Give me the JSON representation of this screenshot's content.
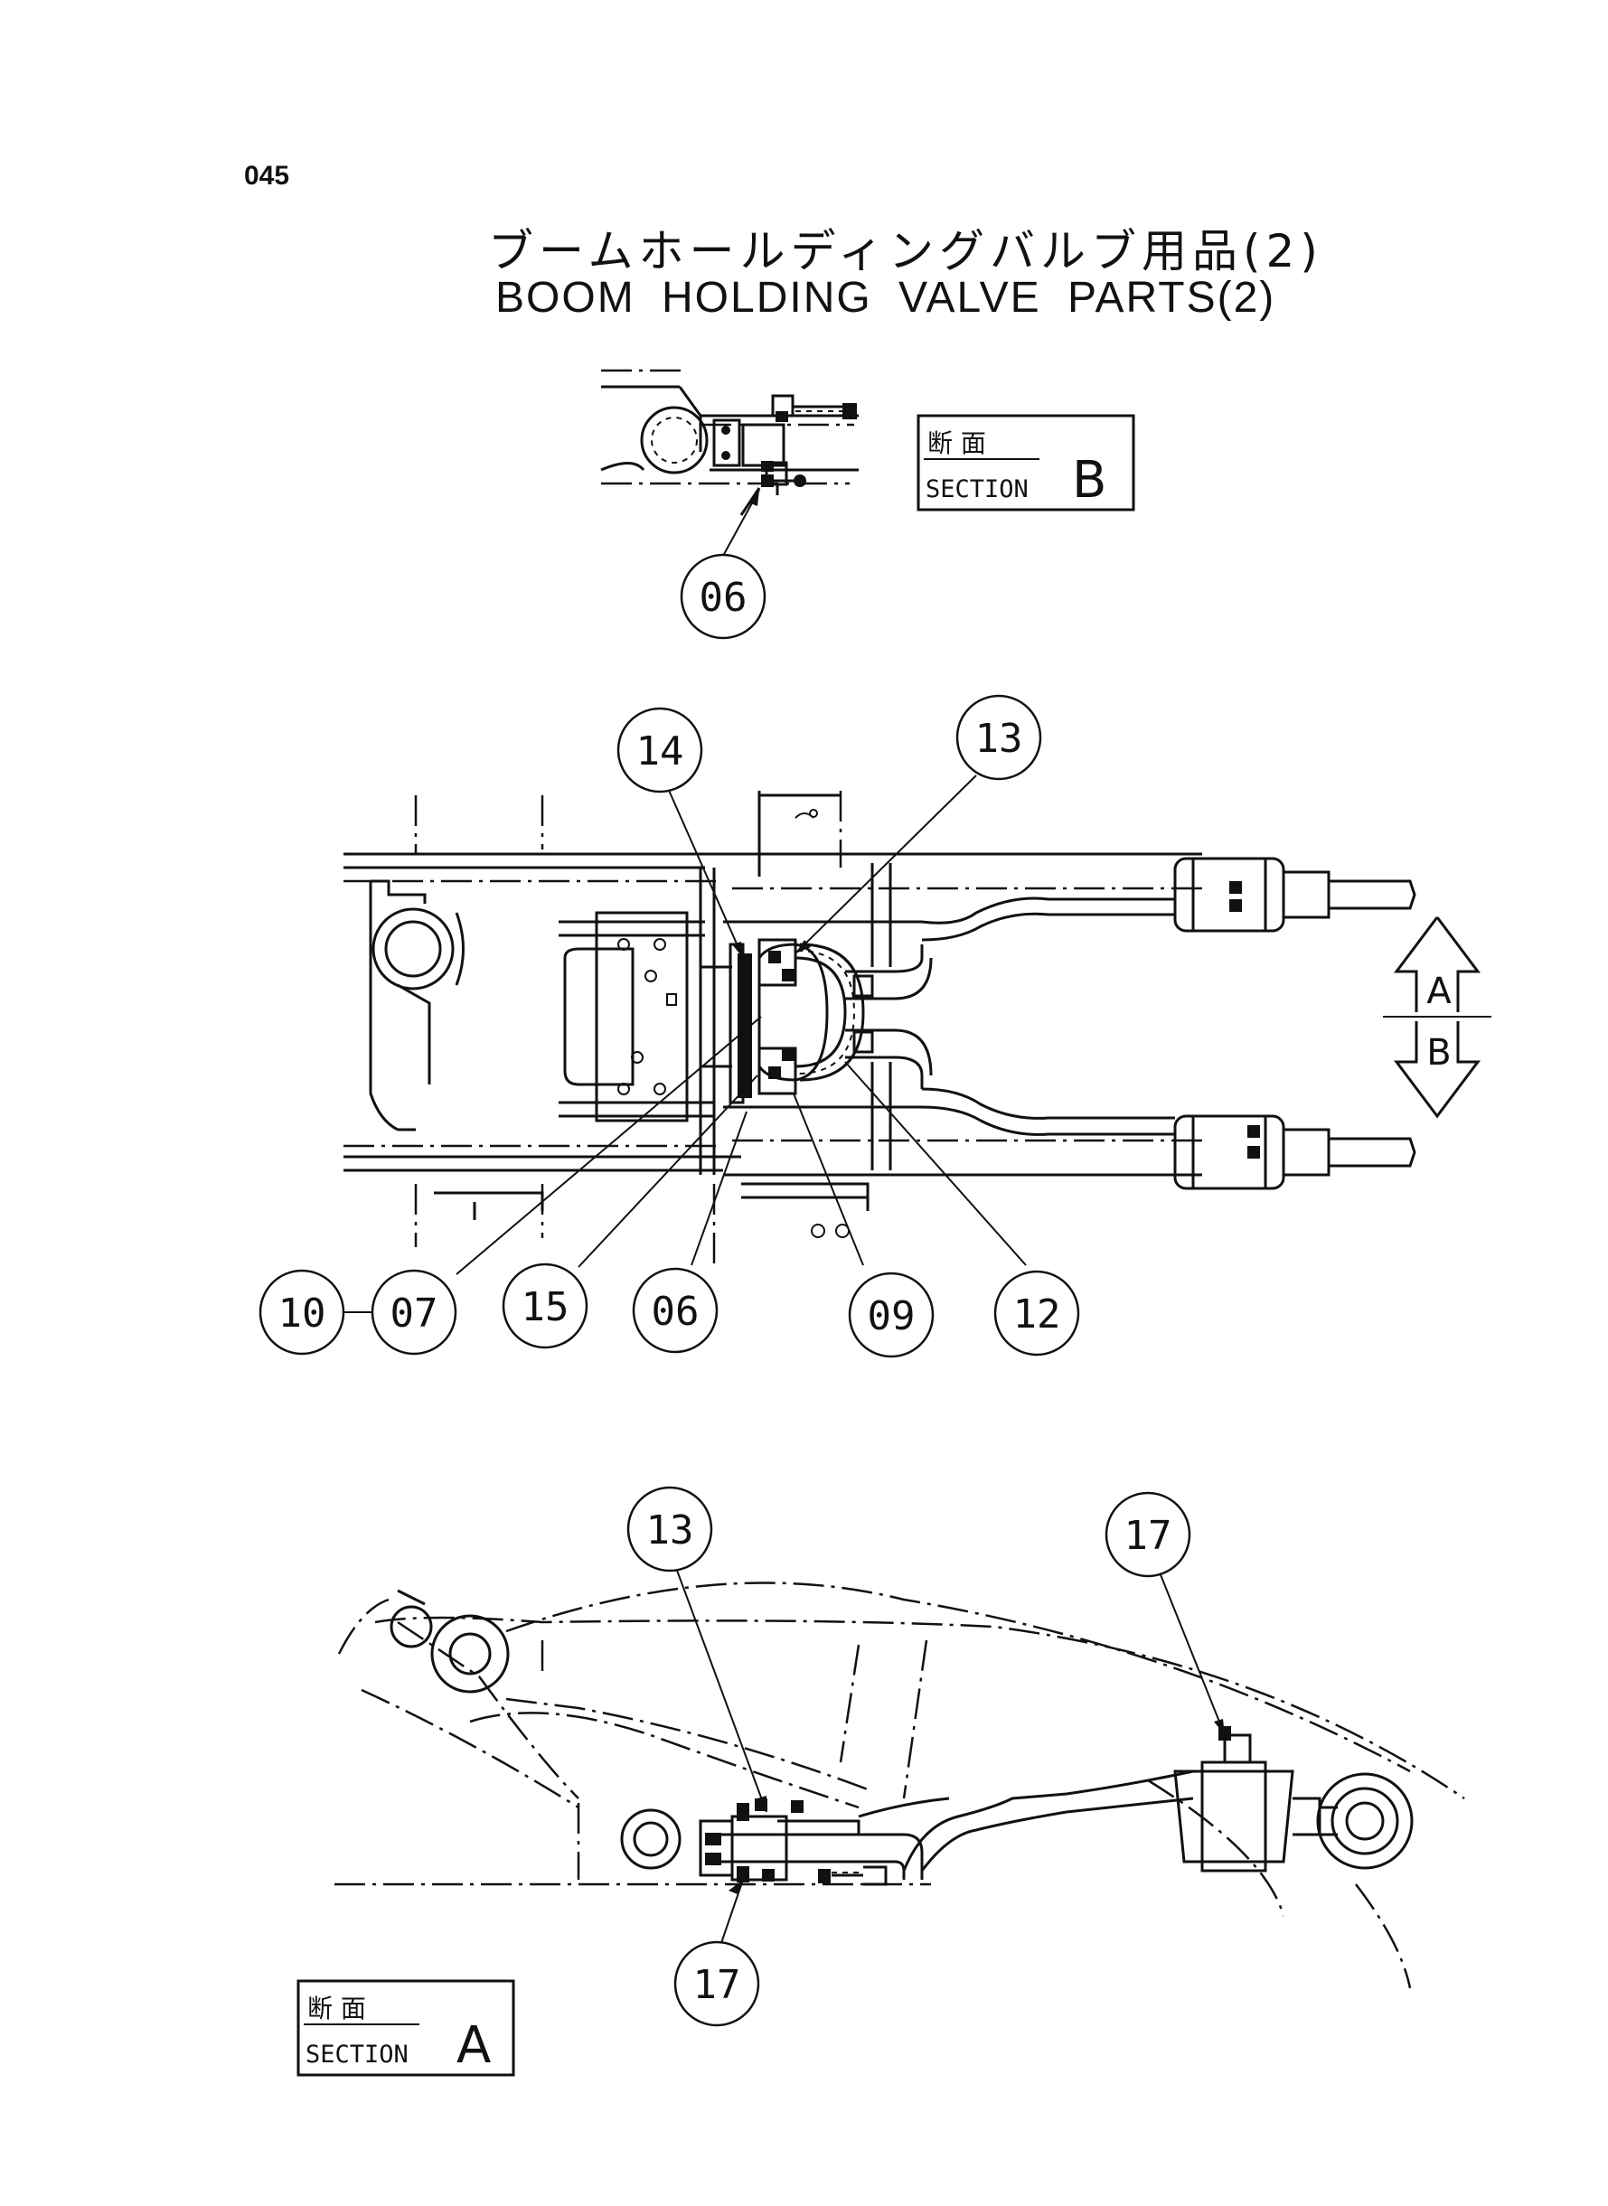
{
  "page_number": "045",
  "title_jp": "ブームホールディングバルブ用品(2)",
  "title_en": "BOOM HOLDING VALVE PARTS(2)",
  "sections": {
    "b": {
      "jp": "断 面",
      "en": "SECTION",
      "letter": "B"
    },
    "a": {
      "jp": "断 面",
      "en": "SECTION",
      "letter": "A"
    }
  },
  "direction_arrow": {
    "up": "A",
    "down": "B"
  },
  "callouts": {
    "top_06": "06",
    "mid_14": "14",
    "mid_13": "13",
    "mid_10": "10",
    "mid_07": "07",
    "mid_15": "15",
    "mid_06": "06",
    "mid_09": "09",
    "mid_12": "12",
    "bot_13": "13",
    "bot_17_top": "17",
    "bot_17_bottom": "17"
  }
}
